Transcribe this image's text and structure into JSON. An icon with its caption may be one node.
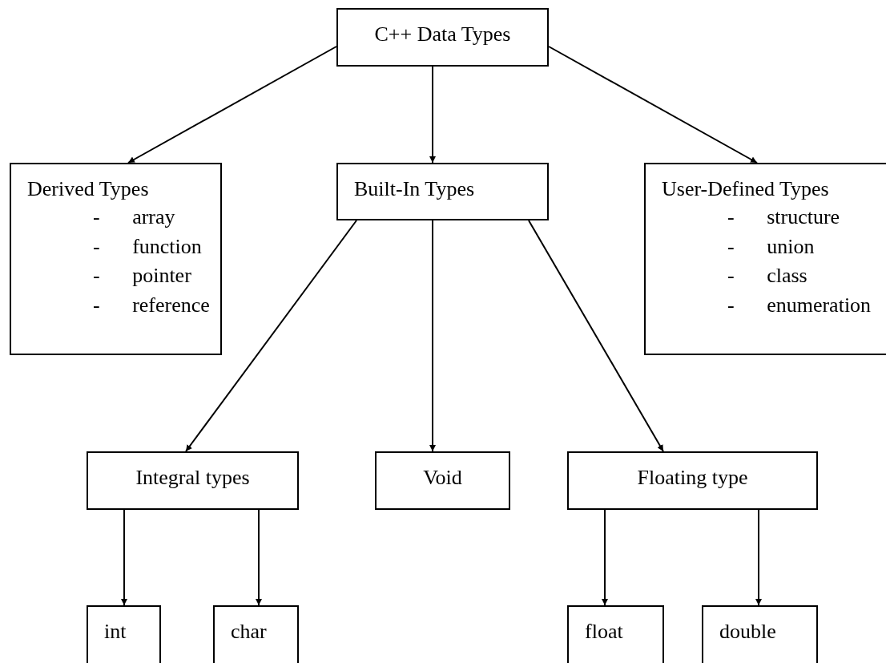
{
  "diagram": {
    "nodes": [
      {
        "text": [
          "C++ Data Types"
        ]
      },
      {
        "text": [
          "Derived Types",
          "- array",
          "- function",
          "- pointer",
          "- reference"
        ]
      },
      {
        "text": [
          "Built-In Types"
        ]
      },
      {
        "text": [
          "User-Defined Types",
          "- structure",
          "- union",
          "- class",
          "- enumeration"
        ]
      },
      {
        "text": [
          "Integral types"
        ]
      },
      {
        "text": [
          "Void"
        ]
      },
      {
        "text": [
          "Floating type"
        ]
      },
      {
        "text": [
          "int"
        ]
      },
      {
        "text": [
          "char"
        ]
      },
      {
        "text": [
          "float"
        ]
      },
      {
        "text": [
          "double"
        ]
      }
    ],
    "edges": [
      {
        "from": 0,
        "to": 1,
        "arrow": "to"
      },
      {
        "from": 0,
        "to": 2,
        "arrow": "to"
      },
      {
        "from": 0,
        "to": 3,
        "arrow": "to"
      },
      {
        "from": 2,
        "to": 4,
        "arrow": "to"
      },
      {
        "from": 2,
        "to": 5,
        "arrow": "to"
      },
      {
        "from": 2,
        "to": 6,
        "arrow": "to"
      },
      {
        "from": 4,
        "to": 7,
        "arrow": "to"
      },
      {
        "from": 4,
        "to": 8,
        "arrow": "to"
      },
      {
        "from": 6,
        "to": 9,
        "arrow": "to"
      },
      {
        "from": 6,
        "to": 10,
        "arrow": "to"
      }
    ]
  }
}
